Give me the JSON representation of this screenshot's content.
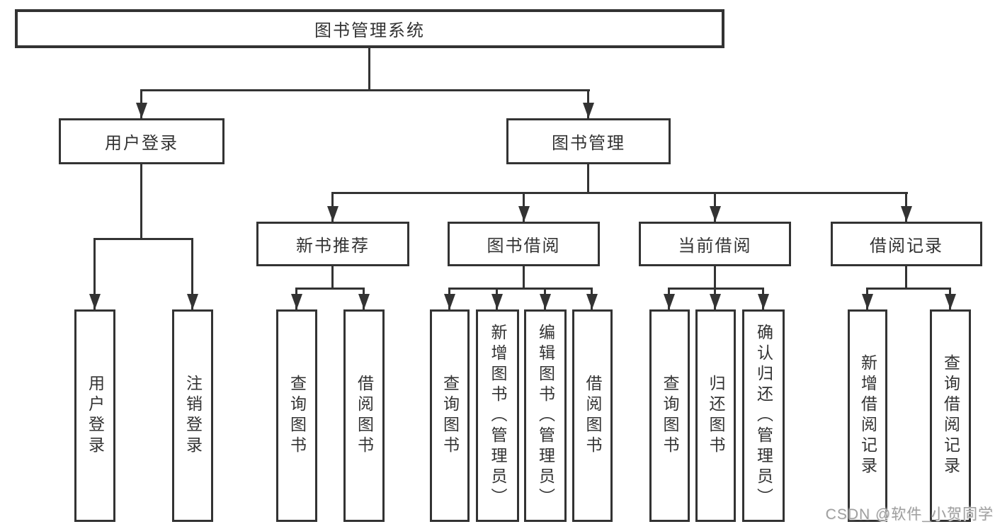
{
  "diagram": {
    "root": {
      "label": "图书管理系统"
    },
    "level2": [
      {
        "id": "user-login",
        "label": "用户登录"
      },
      {
        "id": "book-management",
        "label": "图书管理"
      }
    ],
    "level3": [
      {
        "id": "new-book-recommend",
        "label": "新书推荐"
      },
      {
        "id": "book-borrow",
        "label": "图书借阅"
      },
      {
        "id": "current-borrow",
        "label": "当前借阅"
      },
      {
        "id": "borrow-records",
        "label": "借阅记录"
      }
    ],
    "leaves": {
      "user_login": [
        {
          "label": "用户登录"
        },
        {
          "label": "注销登录"
        }
      ],
      "new_book": [
        {
          "label": "查询图书"
        },
        {
          "label": "借阅图书"
        }
      ],
      "book_borrow": [
        {
          "label": "查询图书"
        },
        {
          "label": "新增图书（管理员）"
        },
        {
          "label": "编辑图书（管理员）"
        },
        {
          "label": "借阅图书"
        }
      ],
      "current_borrow": [
        {
          "label": "查询图书"
        },
        {
          "label": "归还图书"
        },
        {
          "label": "确认归还（管理员）"
        }
      ],
      "borrow_records": [
        {
          "label": "新增借阅记录"
        },
        {
          "label": "查询借阅记录"
        }
      ]
    }
  },
  "watermark": {
    "text": "CSDN @软件_小贺同学"
  },
  "colors": {
    "line": "#333333",
    "text": "#333333",
    "box_background": "#ffffff",
    "page_background": "#ffffff",
    "watermark": "#9f9f9f"
  }
}
